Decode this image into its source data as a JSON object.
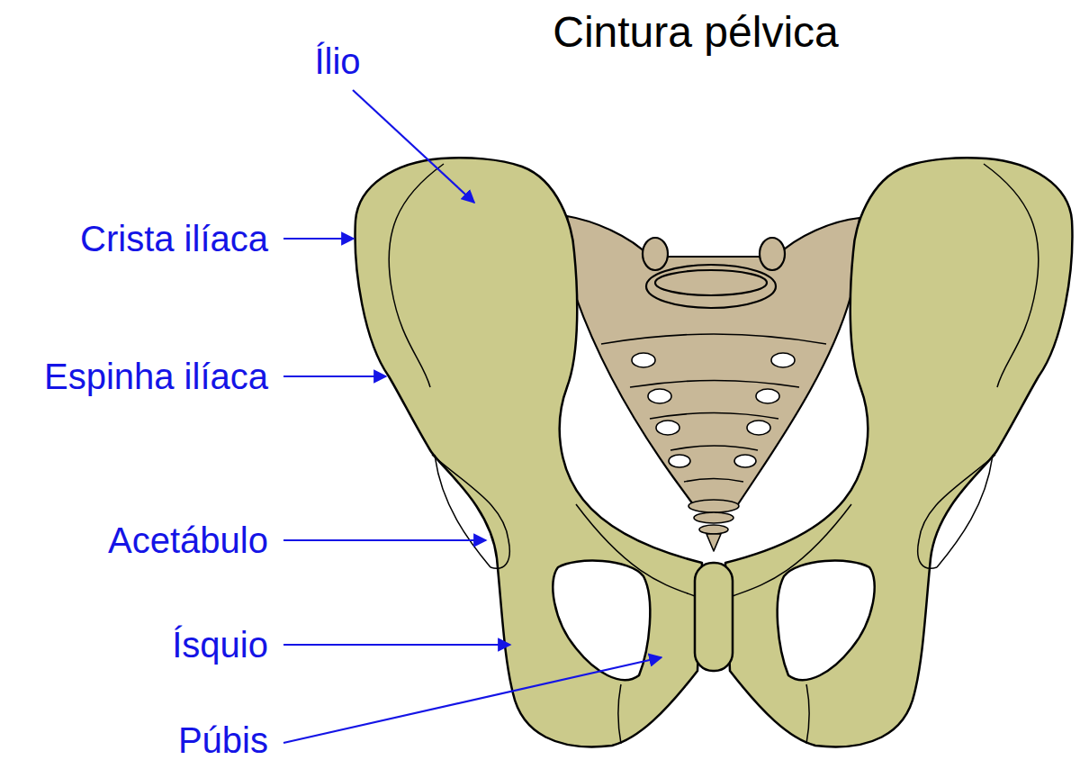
{
  "diagram": {
    "title": "Cintura pélvica",
    "labels": [
      "Ílio",
      "Crista ilíaca",
      "Espinha ilíaca",
      "Acetábulo",
      "Ísquio",
      "Púbis"
    ]
  }
}
